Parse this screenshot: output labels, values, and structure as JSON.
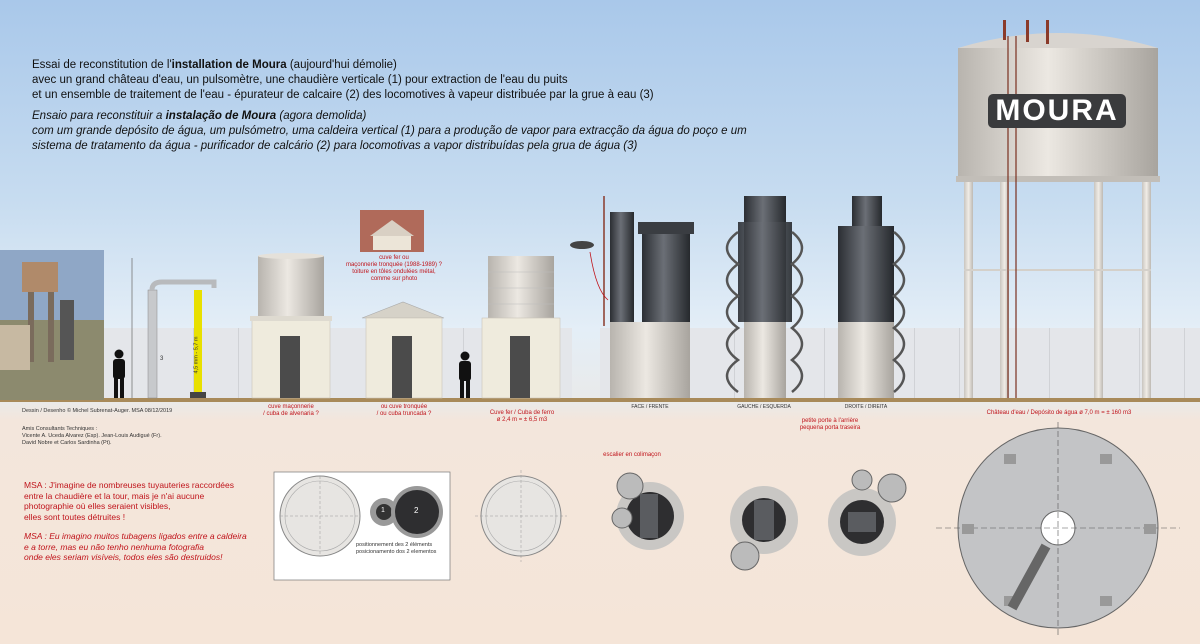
{
  "intro": {
    "fr_line1_a": "Essai de reconstitution de l'",
    "fr_line1_b": "installation de Moura",
    "fr_line1_c": " (aujourd'hui démolie)",
    "fr_line2": "avec un grand château d'eau, un pulsomètre, une chaudière verticale (1) pour extraction de l'eau du puits",
    "fr_line3": "et un ensemble de traitement de l'eau - épurateur de calcaire (2) des locomotives à vapeur distribuée par la grue à eau (3)",
    "pt_line1_a": "Ensaio para reconstituir a ",
    "pt_line1_b": "instalação de Moura",
    "pt_line1_c": " (agora demolida)",
    "pt_line2": "com um grande depósito de água, um pulsómetro, uma caldeira vertical (1) para a produção de vapor para extracção da água do poço e um",
    "pt_line3": "sistema de tratamento da água - purificador de calcário (2) para locomotivas a vapor distribuídas pela grua de água (3)"
  },
  "tower_sign": "MOURA",
  "crane_marker": "3",
  "crane_height": "4,5 mm - 5,7 m",
  "inset_caption": [
    "cuve fer ou",
    "maçonnerie tronquée (1988-1989) ?",
    "toiture en tôles ondulées métal,",
    "comme sur photo"
  ],
  "labels": {
    "tank1": [
      "cuve maçonnerie",
      "/ cuba de alvenaria ?"
    ],
    "tank2": [
      "ou cuve tronquée",
      "/ ou cuba truncada ?"
    ],
    "tank3": [
      "Cuve fer / Cuba de ferro",
      "ø 2,4 m = ± 6,5 m3"
    ],
    "view_face": "FACE / FRENTE",
    "view_left": "GAUCHE / ESQUERDA",
    "view_right": "DROITE / DIREITA",
    "back_door": [
      "petite porte à l'arrière",
      "pequena porta traseira"
    ],
    "tower": "Château d'eau / Depósito de água ø 7,0 m = ± 160 m3",
    "staircase": "escalier en colimaçon",
    "position": [
      "positionnement des 2 éléments",
      "posicionamento dos 2 elementos"
    ],
    "circle1": "1",
    "circle2": "2"
  },
  "credits": {
    "drawing": "Dessin / Desenho © Michel Subrenat-Auger. MSA 08/12/2019",
    "consultants": "Amis Consultants Techniques :",
    "names1": "Vicente A. Uceda Alvarez (Esp). Jean-Louis Audigué (Fr).",
    "names2": "David Nobre et Carlos Sardinha (Pt)."
  },
  "msa": {
    "fr": [
      "MSA : J'imagine de nombreuses tuyauteries raccordées",
      "entre la chaudière et la tour, mais je n'ai aucune",
      "photographie où elles seraient visibles,",
      "elles sont toutes détruites !"
    ],
    "pt": [
      "MSA : Eu imagino muitos tubagens ligados entre a caldeira",
      "e a torre, mas eu não tenho nenhuma fotografia",
      "onde eles seriam visíveis, todos eles são destruidos!"
    ]
  },
  "colors": {
    "accent_red": "#c0141b",
    "tower": "#d9d6d2",
    "machine": "#4a4d52",
    "sky": "#a9c8ea"
  }
}
